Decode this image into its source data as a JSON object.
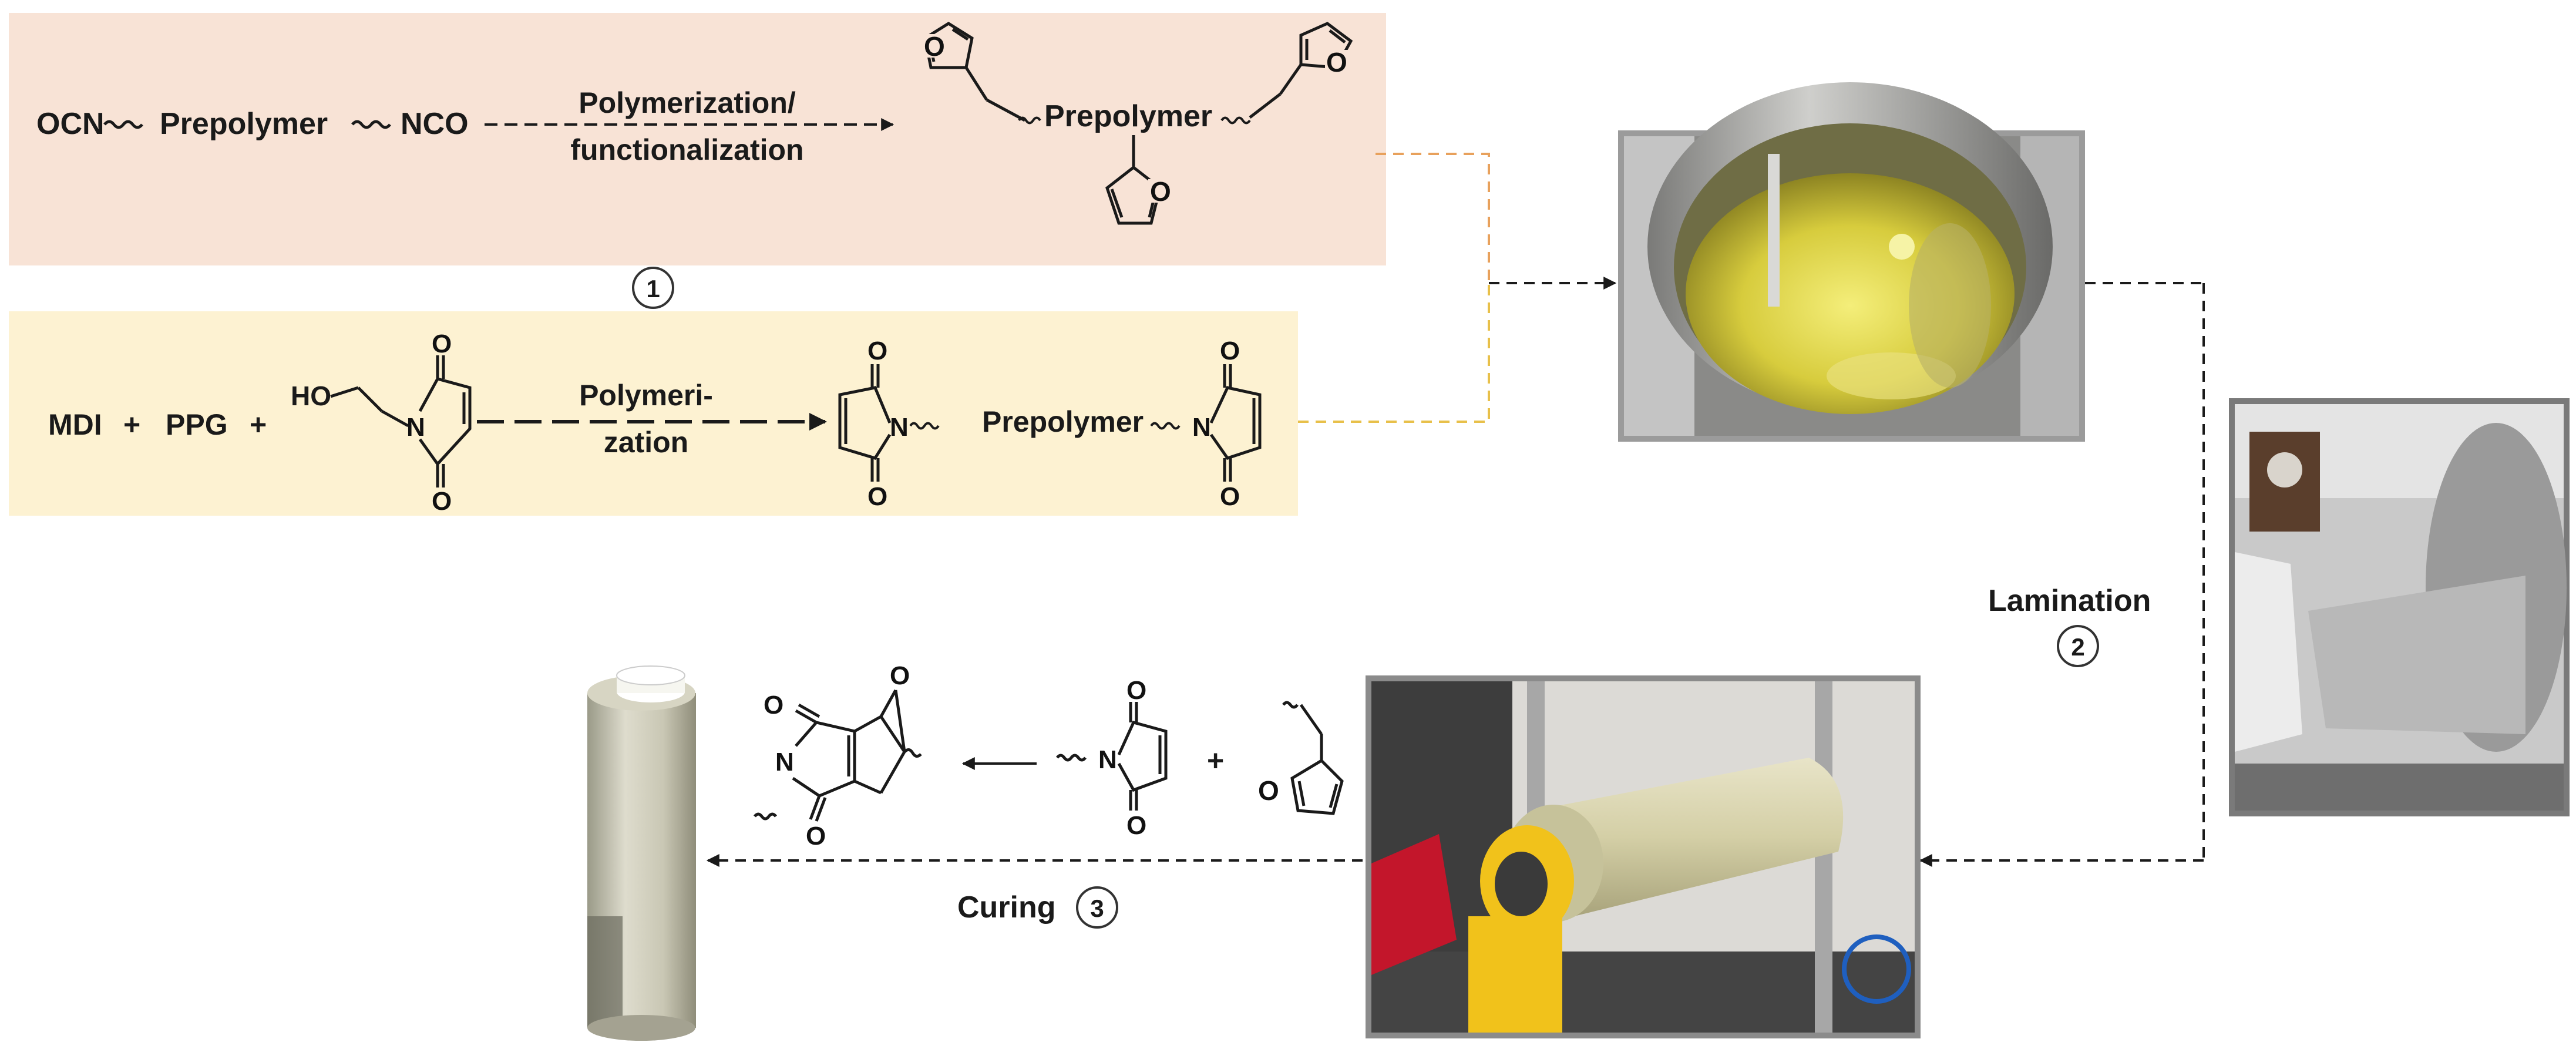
{
  "top_panel": {
    "left_end": "OCN",
    "prepolymer": "Prepolymer",
    "right_end": "NCO",
    "arrow_label_line1": "Polymerization/",
    "arrow_label_line2": "functionalization",
    "product_prepolymer": "Prepolymer",
    "ring_heteroatom": "O"
  },
  "step1_badge": "1",
  "bottom_panel": {
    "reagent1": "MDI",
    "plus1": "+",
    "reagent2": "PPG",
    "plus2": "+",
    "reagent3_prefix": "HO",
    "arrow_label_line1": "Polymeri-",
    "arrow_label_line2": "zation",
    "product_prepolymer": "Prepolymer",
    "atom_N": "N",
    "atom_O": "O"
  },
  "lamination": {
    "label": "Lamination",
    "badge": "2"
  },
  "curing": {
    "label": "Curing",
    "badge": "3"
  },
  "reaction": {
    "plus": "+",
    "atom_N": "N",
    "atom_O": "O"
  },
  "photos": {
    "reactor": "reactor-photo",
    "lamination_machine": "lamination-machine-photo",
    "roll_machine": "roll-machine-photo",
    "final_roll": "film-roll-photo"
  },
  "colors": {
    "top_panel_bg": "#f8e3d6",
    "bottom_panel_bg": "#fdf2d2",
    "top_connector": "#e8a15c",
    "bottom_connector": "#e8c04a",
    "dashed_arrow": "#1a1a1a"
  }
}
